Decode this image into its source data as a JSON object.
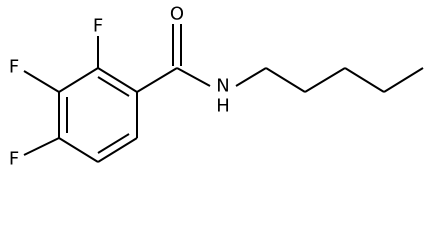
{
  "molecule": {
    "atom_labels": {
      "f_top": "F",
      "f_middle": "F",
      "f_bottom": "F",
      "oxygen": "O",
      "nitrogen": "N",
      "hydrogen": "H"
    },
    "colors": {
      "bond": "#000000",
      "label": "#000000",
      "background": "#ffffff"
    }
  }
}
